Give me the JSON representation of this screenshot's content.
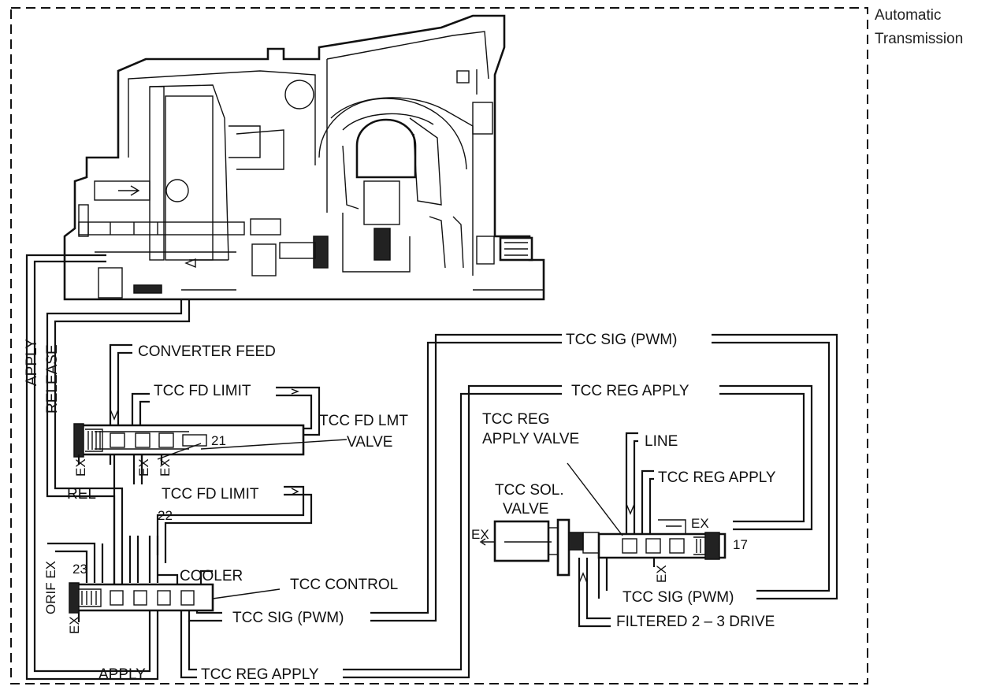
{
  "title": {
    "line1": "Automatic",
    "line2": "Transmission"
  },
  "labels": {
    "apply_left": "APPLY",
    "release_left": "RELEASE",
    "converter_feed": "CONVERTER FEED",
    "tcc_fd_limit_top": "TCC FD LIMIT",
    "tcc_fd_lmt_valve_1": "TCC FD LMT",
    "tcc_fd_lmt_valve_2": "VALVE",
    "num_21": "21",
    "ex_1": "EX",
    "ex_2": "EX",
    "ex_3": "EX",
    "rel": "REL",
    "tcc_fd_limit_bottom": "TCC FD LIMIT",
    "num_22": "22",
    "num_23": "23",
    "orif_ex": "ORIF EX",
    "ex_4": "EX",
    "cooler": "COOLER",
    "tcc_control": "TCC CONTROL",
    "tcc_sig_pwm_left": "TCC SIG (PWM)",
    "apply_bottom": "APPLY",
    "tcc_reg_apply_bottom": "TCC REG APPLY",
    "tcc_sig_pwm_top": "TCC SIG (PWM)",
    "tcc_reg_apply_top": "TCC REG APPLY",
    "tcc_reg_apply_valve_1": "TCC REG",
    "tcc_reg_apply_valve_2": "APPLY VALVE",
    "line": "LINE",
    "tcc_reg_apply_right": "TCC REG APPLY",
    "tcc_sol_valve_1": "TCC SOL.",
    "tcc_sol_valve_2": "VALVE",
    "ex_5": "EX",
    "ex_6": "EX",
    "ex_7": "EX",
    "num_17": "17",
    "tcc_sig_pwm_right": "TCC SIG (PWM)",
    "filtered_drive": "FILTERED 2 – 3 DRIVE"
  }
}
